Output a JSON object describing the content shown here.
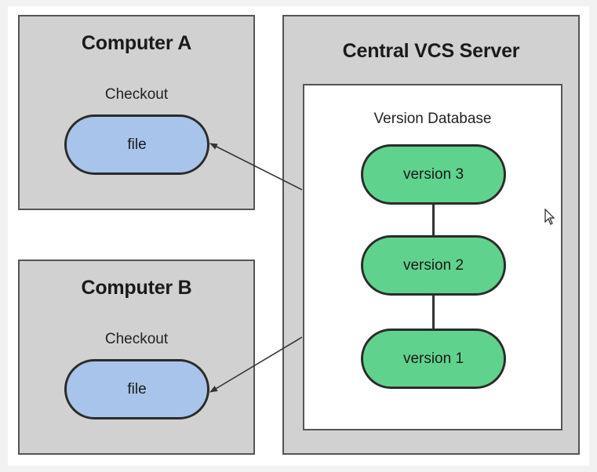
{
  "diagram": {
    "computer_a": {
      "title": "Computer A",
      "checkout_label": "Checkout",
      "file_label": "file"
    },
    "computer_b": {
      "title": "Computer B",
      "checkout_label": "Checkout",
      "file_label": "file"
    },
    "server": {
      "title": "Central VCS Server",
      "database_label": "Version Database",
      "versions": [
        "version 3",
        "version 2",
        "version 1"
      ]
    },
    "colors": {
      "panel_background": "#d1d1d1",
      "file_fill": "#a9c4ea",
      "version_fill": "#5fd38d",
      "border": "#2b2b2b"
    }
  }
}
